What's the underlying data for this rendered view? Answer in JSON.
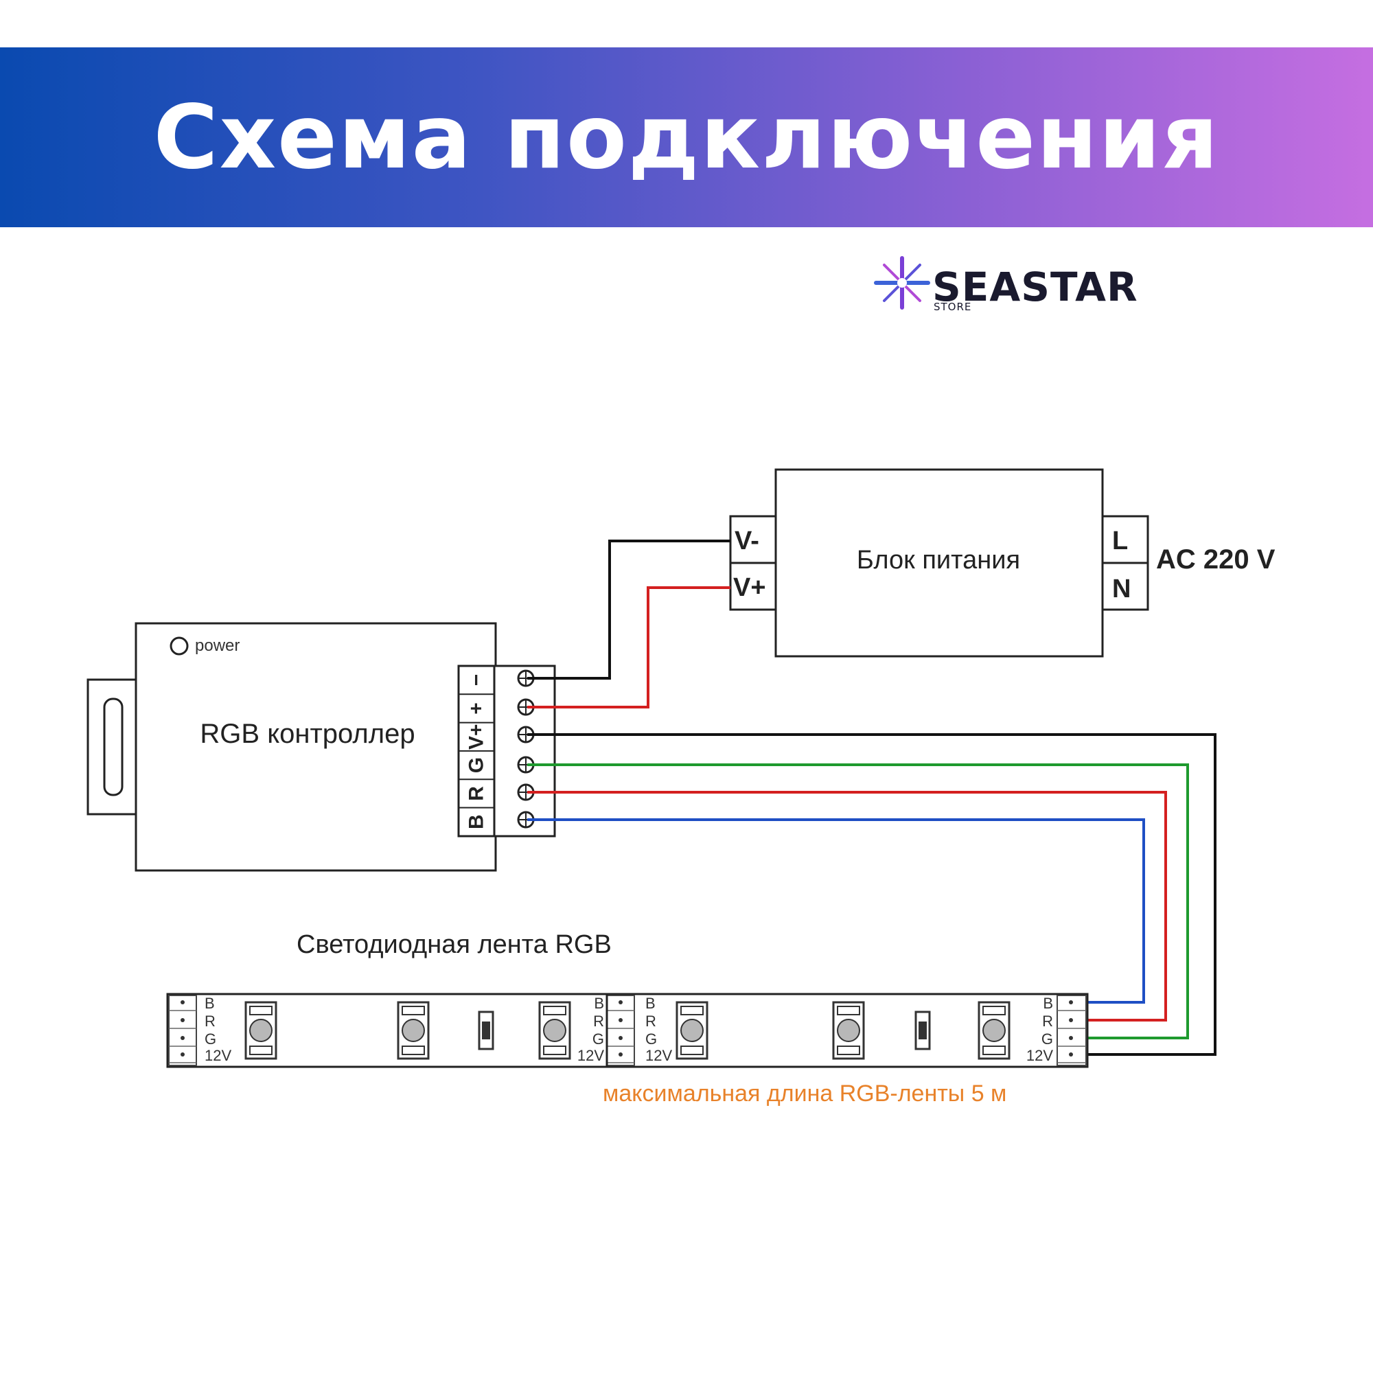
{
  "header": {
    "title": "Схема подключения"
  },
  "brand": {
    "name": "SEASTAR",
    "sub": "STORE"
  },
  "power_supply": {
    "title": "Блок питания",
    "terminal_vminus": "V-",
    "terminal_vplus": "V+",
    "terminal_l": "L",
    "terminal_n": "N",
    "ac_label": "AC 220 V"
  },
  "controller": {
    "title": "RGB контроллер",
    "power_label": "power",
    "terminals": [
      "−",
      "+",
      "V+",
      "G",
      "R",
      "B"
    ]
  },
  "strip": {
    "title": "Светодиодная лента RGB",
    "pin_labels": [
      "B",
      "R",
      "G",
      "12V"
    ],
    "note": "максимальная длина RGB-ленты 5 м"
  },
  "colors": {
    "wire_black": "#111111",
    "wire_red": "#d42020",
    "wire_green": "#1e9a2e",
    "wire_blue": "#1f4fc4",
    "note_orange": "#e8822a"
  }
}
